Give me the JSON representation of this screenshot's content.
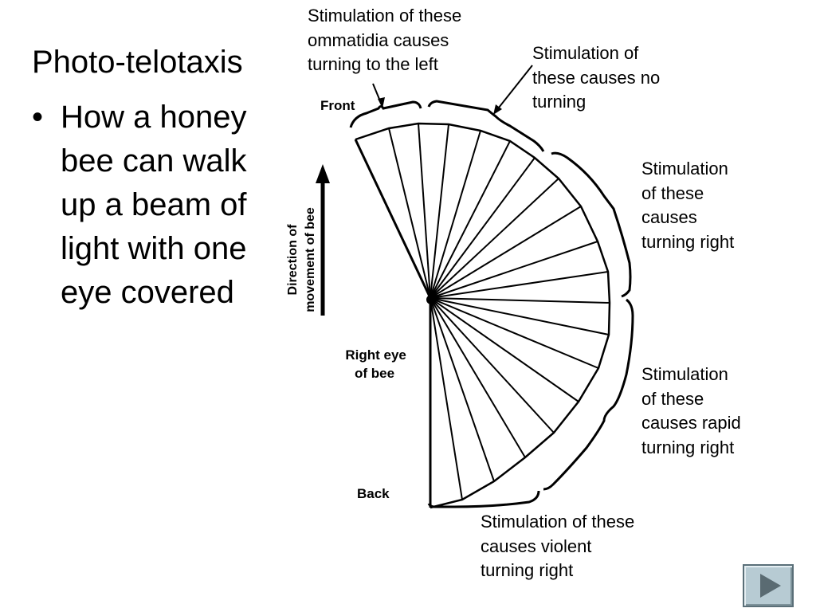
{
  "slide": {
    "title": "Photo-telotaxis",
    "bullet": "How a honey bee can walk up a beam of light with one eye covered"
  },
  "diagram": {
    "front_label": "Front",
    "back_label": "Back",
    "eye_label": "Right eye of bee",
    "direction_label_line1": "Direction of",
    "direction_label_line2": "movement of bee",
    "notes": {
      "turn_left": "Stimulation of these ommatidia causes turning to the left",
      "no_turn": "Stimulation of these causes no turning",
      "turn_right": "Stimulation of these causes turning right",
      "rapid_right": "Stimulation of these causes rapid turning right",
      "violent_right": "Stimulation of these causes violent turning right"
    }
  },
  "navigation": {
    "next_icon": "play-triangle-icon",
    "button_color": "#b7cbd3"
  }
}
